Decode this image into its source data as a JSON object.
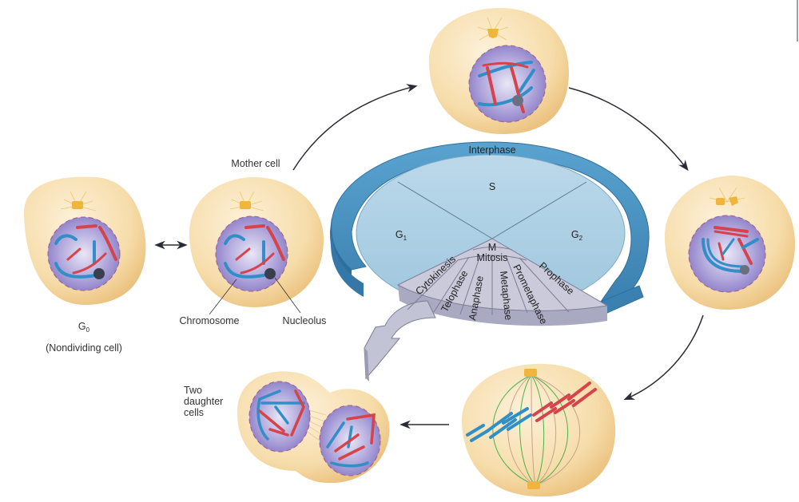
{
  "diagram": {
    "title": "Cell cycle",
    "disc": {
      "outer_ring_label": "Interphase",
      "sectors": [
        {
          "id": "g1",
          "label": "G",
          "subscript": "1"
        },
        {
          "id": "s",
          "label": "S",
          "subscript": ""
        },
        {
          "id": "g2",
          "label": "G",
          "subscript": "2"
        },
        {
          "id": "m",
          "label": "M",
          "subscript": ""
        }
      ],
      "mitosis_label": "Mitosis",
      "mitosis_phases": [
        "Cytokinesis",
        "Telophase",
        "Anaphase",
        "Metaphase",
        "Prometaphase",
        "Prophase"
      ]
    },
    "cells": {
      "g0": {
        "label": "G",
        "subscript": "0",
        "caption": "(Nondividing cell)"
      },
      "mother": {
        "label": "Mother cell",
        "callouts": [
          "Chromosome",
          "Nucleolus"
        ]
      },
      "daughters": {
        "label_lines": [
          "Two",
          "daughter",
          "cells"
        ]
      }
    },
    "colors": {
      "interphase_ring": "#4f97c4",
      "interphase_inner": "#a9cfe3",
      "mitosis_wedge": "#c9c9da",
      "cytoplasm": "#f6d9a6",
      "nucleus": "#9a8fd0",
      "chromosome_blue": "#2f8fc6",
      "chromosome_red": "#d6434b",
      "centrosome": "#f0b53c",
      "spindle_green": "#4bb04b",
      "arrow": "#2b2b35"
    }
  }
}
